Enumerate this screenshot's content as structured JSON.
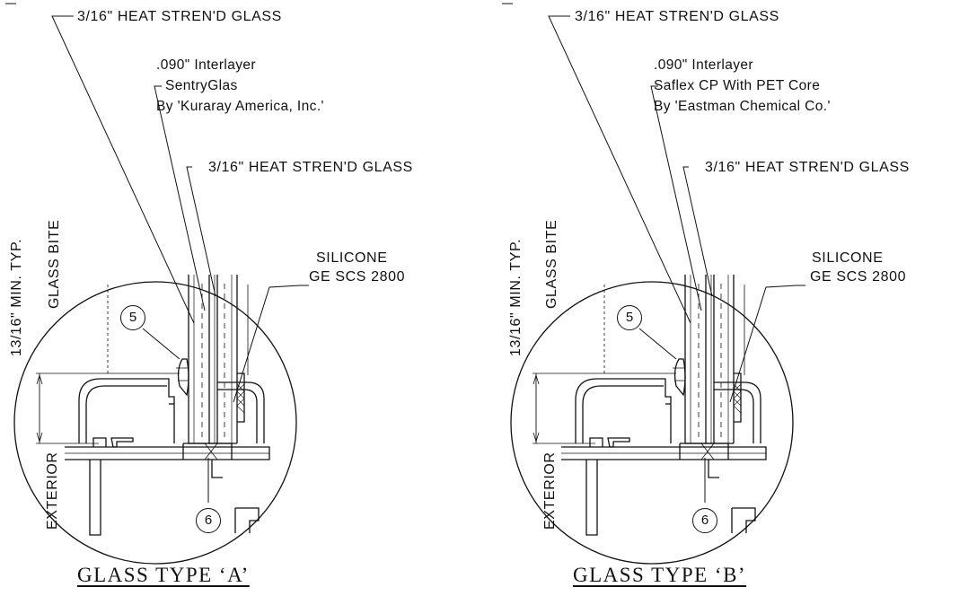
{
  "panels": [
    {
      "title": "GLASS TYPE ‘A’",
      "outer_glass": "3/16\" HEAT STREN'D GLASS",
      "interlayer": [
        ".090\" Interlayer",
        "SentryGlas",
        "By 'Kuraray America, Inc.'"
      ],
      "inner_glass": "3/16\" HEAT STREN'D GLASS",
      "silicone": [
        "SILICONE",
        "GE SCS 2800"
      ],
      "bite_label": [
        "13/16\" MIN. TYP.",
        "GLASS BITE"
      ],
      "side_label": "EXTERIOR",
      "tags": [
        "5",
        "6"
      ]
    },
    {
      "title": "GLASS TYPE ‘B’",
      "outer_glass": "3/16\" HEAT STREN'D GLASS",
      "interlayer": [
        ".090\" Interlayer",
        "Saflex CP With PET Core",
        "By 'Eastman Chemical Co.'"
      ],
      "inner_glass": "3/16\" HEAT STREN'D GLASS",
      "silicone": [
        "SILICONE",
        "GE SCS 2800"
      ],
      "bite_label": [
        "13/16\" MIN. TYP.",
        "GLASS BITE"
      ],
      "side_label": "EXTERIOR",
      "tags": [
        "5",
        "6"
      ]
    }
  ]
}
